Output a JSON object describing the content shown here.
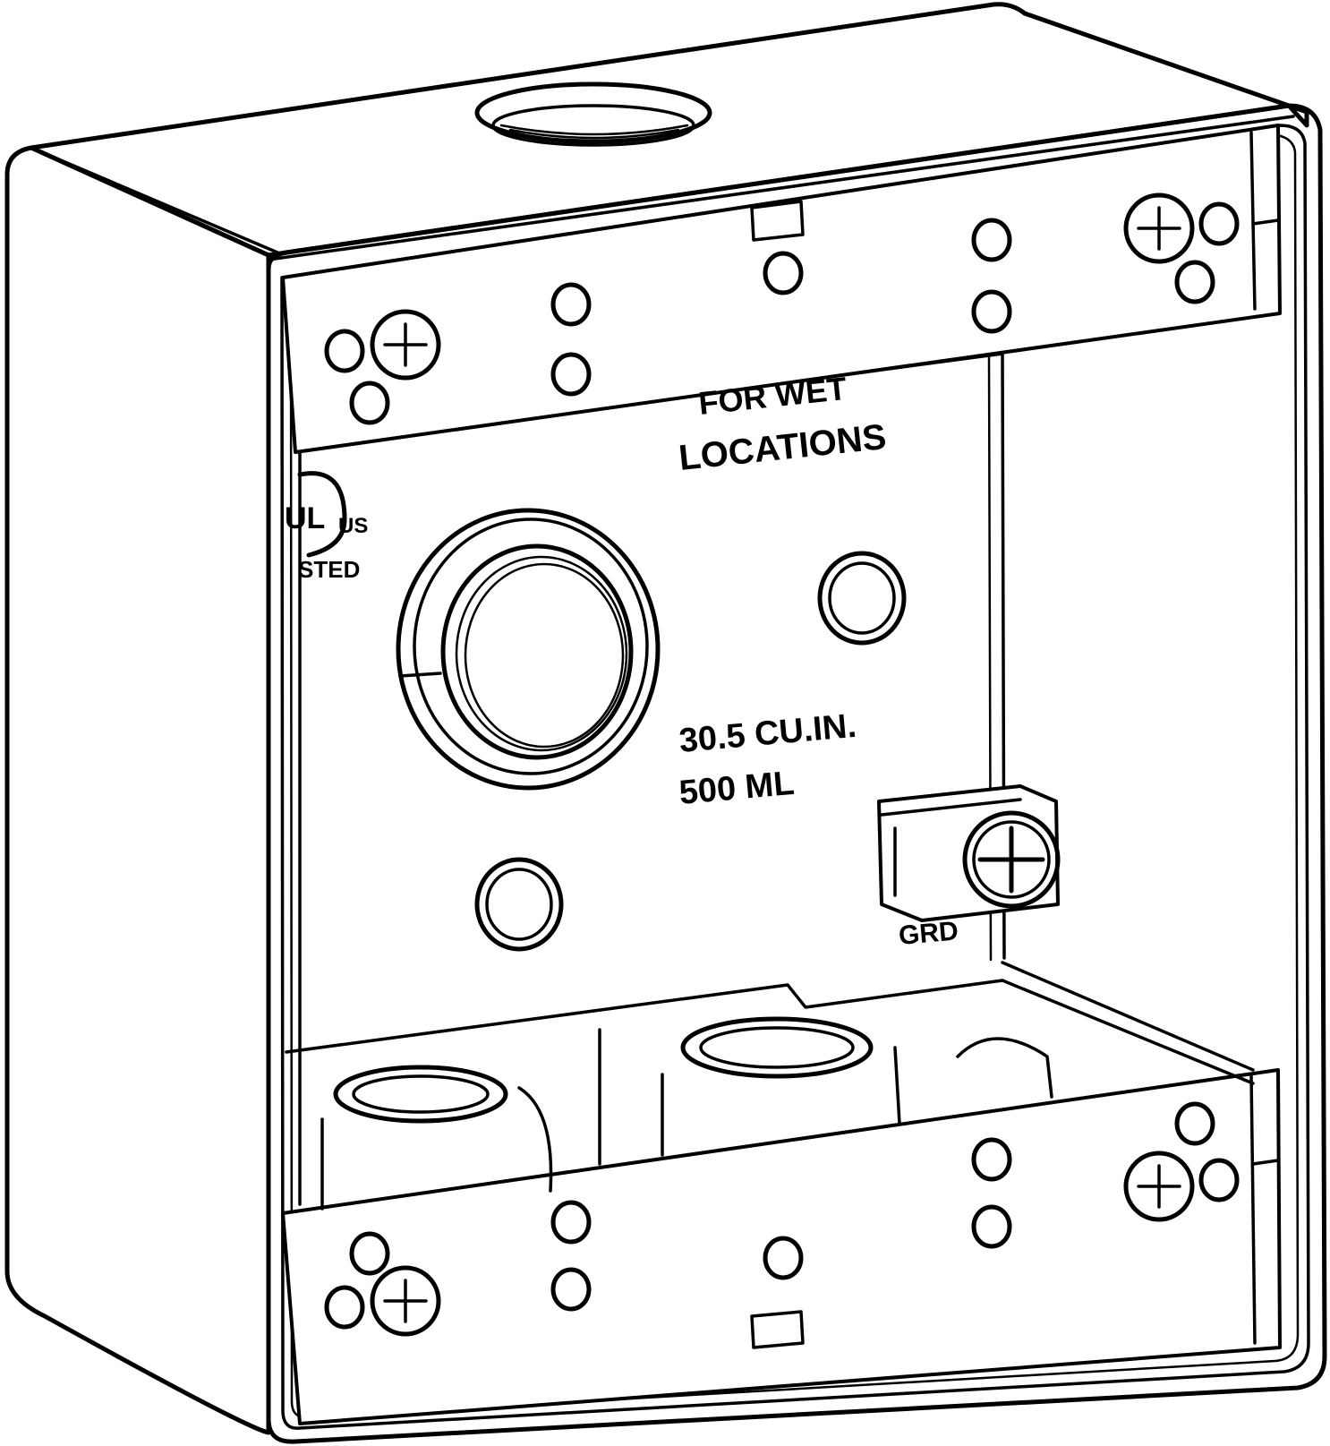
{
  "labels": {
    "wet_line1": "FOR WET",
    "wet_line2": "LOCATIONS",
    "volume_cuin": "30.5 CU.IN.",
    "volume_ml": "500 ML",
    "ground": "GRD",
    "ul_us": "US",
    "ul_listed": "STED",
    "ul_mark": "UL"
  },
  "colors": {
    "line": "#000000",
    "background": "#ffffff"
  }
}
